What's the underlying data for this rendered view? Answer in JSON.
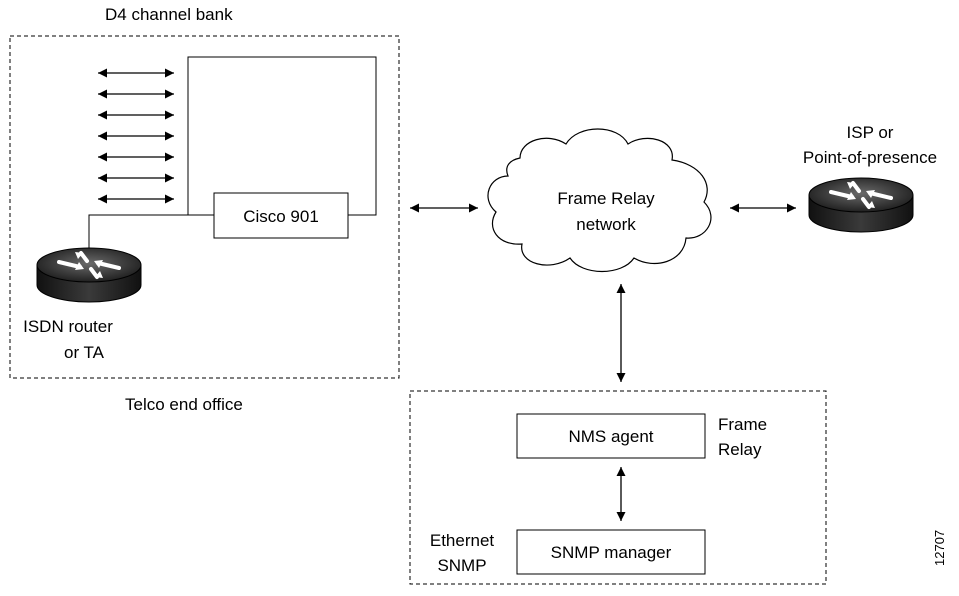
{
  "telco": {
    "bank_label": "D4 channel bank",
    "office_label": "Telco end office",
    "cisco_label": "Cisco 901",
    "isdn_label_line1": "ISDN router",
    "isdn_label_line2": "or TA",
    "channel_arrow_count": 7
  },
  "cloud": {
    "label_line1": "Frame Relay",
    "label_line2": "network"
  },
  "isp": {
    "label_line1": "ISP or",
    "label_line2": "Point-of-presence"
  },
  "management": {
    "nms_label": "NMS agent",
    "side_label_line1": "Frame",
    "side_label_line2": "Relay",
    "snmp_label": "SNMP manager",
    "eth_label_line1": "Ethernet",
    "eth_label_line2": "SNMP"
  },
  "figure_id": "12707"
}
